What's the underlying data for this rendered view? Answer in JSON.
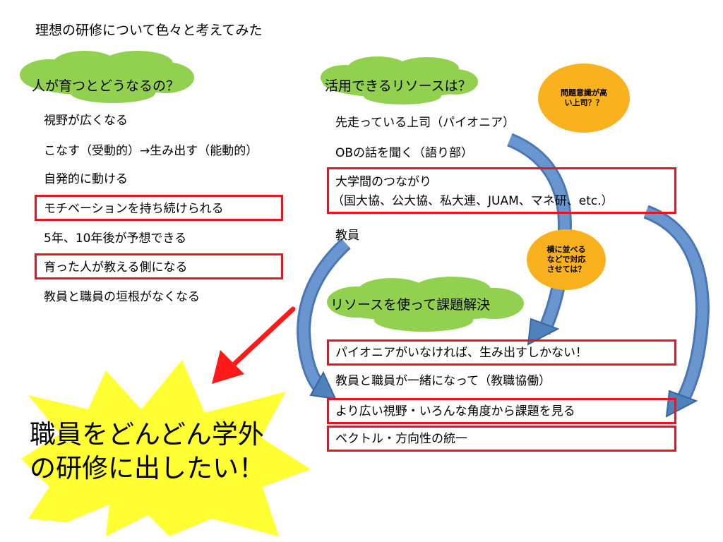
{
  "title": "理想の研修について色々と考えてみた",
  "left": {
    "heading": "人が育つとどうなるの？",
    "items": [
      "視野が広くなる",
      "こなす（受動的）→生み出す（能動的）",
      "自発的に動ける",
      "モチベーションを持ち続けられる",
      "5年、10年後が予想できる",
      "育った人が教える側になる",
      "教員と職員の垣根がなくなる"
    ]
  },
  "resources": {
    "heading": "活用できるリソースは？",
    "items": [
      "先走っている上司（パイオニア）",
      "OBの話を聞く（語り部）",
      "大学間のつながり",
      "（国大協、公大協、私大連、JUAM、マネ研、etc.）",
      "教員"
    ]
  },
  "solution": {
    "heading": "リソースを使って課題解決",
    "items": [
      "パイオニアがいなければ、生み出すしかない！",
      "教員と職員が一緒になって（教職協働）",
      "より広い視野・いろんな角度から課題を見る",
      "ベクトル・方向性の統一"
    ]
  },
  "badges": {
    "top": "問題意識が高\nい上司？？",
    "middle": "横に並べる\nなどで対応\nさせては？"
  },
  "burst": {
    "line1": "職員をどんどん学外",
    "line2": "の研修に出したい！"
  },
  "colors": {
    "cloud": "#92d050",
    "badge": "#f9b21d",
    "highlight_border": "#e8141e",
    "arrow_blue": "#4f81bd",
    "burst": "#ffff33"
  }
}
